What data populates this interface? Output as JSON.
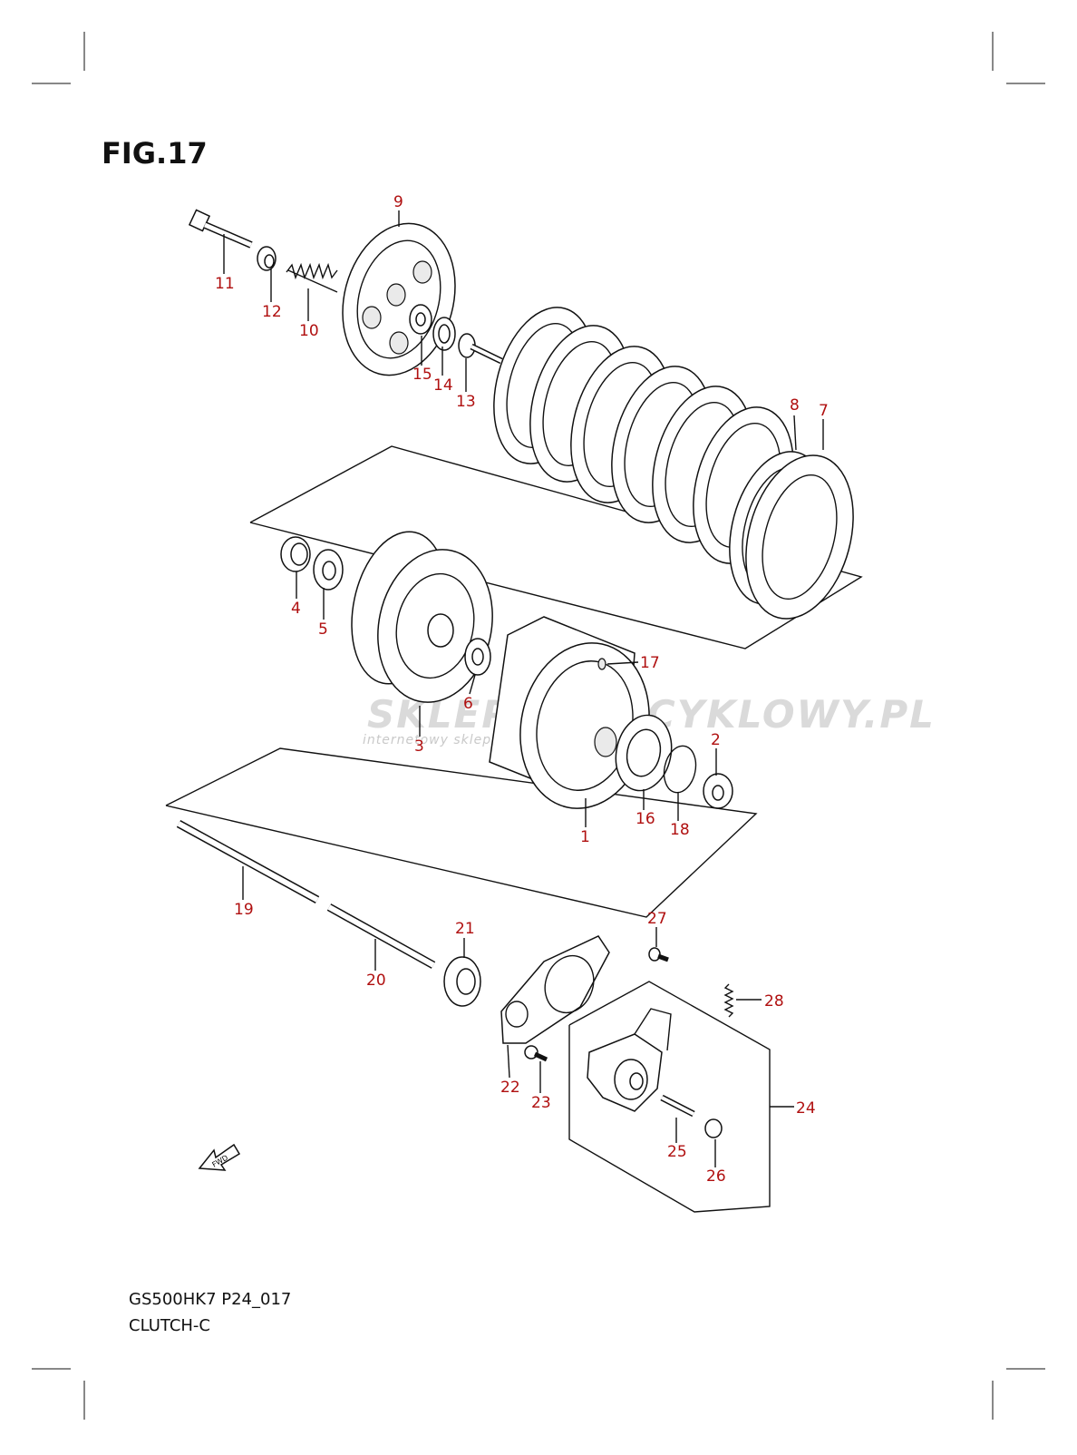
{
  "figure": {
    "title": "FIG.17",
    "model_code": "GS500HK7 P24_017",
    "name": "CLUTCH-C"
  },
  "watermark": {
    "brand": "SKLEPMOTOCYKLOWY.PL",
    "tagline": "internetowy sklep motocyklowy"
  },
  "fwd_marker": "FWD",
  "callouts": [
    "1",
    "2",
    "3",
    "4",
    "5",
    "6",
    "7",
    "8",
    "9",
    "10",
    "11",
    "12",
    "13",
    "14",
    "15",
    "16",
    "17",
    "18",
    "19",
    "20",
    "21",
    "22",
    "23",
    "24",
    "25",
    "26",
    "27",
    "28"
  ],
  "colors": {
    "callout": "#b01010",
    "line": "#111111",
    "watermark": "#d0d0d0"
  }
}
